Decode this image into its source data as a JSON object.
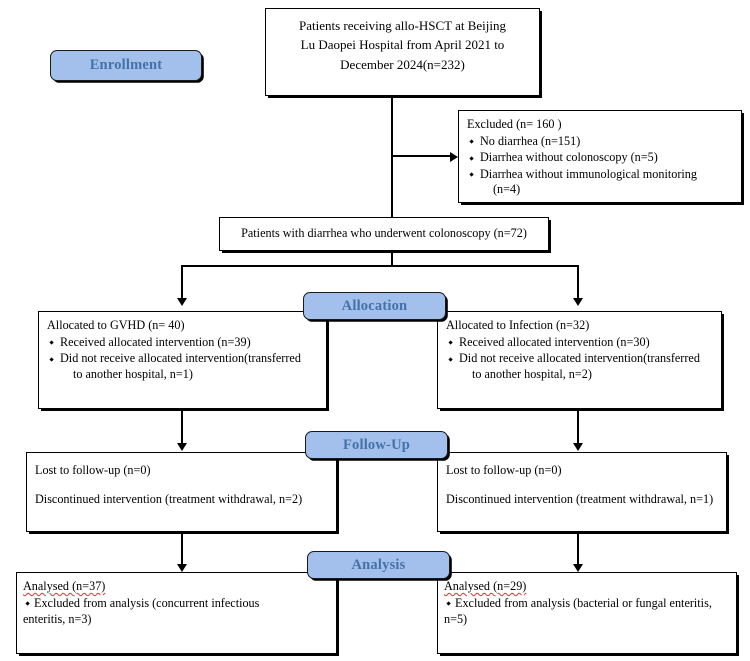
{
  "diagram": {
    "type": "consort-flow-diagram",
    "stage_labels": [
      {
        "id": "enrollment",
        "label": "Enrollment"
      },
      {
        "id": "allocation",
        "label": "Allocation"
      },
      {
        "id": "followup",
        "label": "Follow-Up"
      },
      {
        "id": "analysis",
        "label": "Analysis"
      }
    ],
    "accent_fill": "#a3c0ec",
    "accent_text": "#4472a8",
    "line_color": "#000000"
  },
  "enrollment_box": {
    "line1": "Patients receiving allo-HSCT at Beijing",
    "line2": "Lu Daopei Hospital from April 2021 to",
    "line3": "December 2024(n=232)"
  },
  "excluded_box": {
    "lead": "Excluded  (n= 160 )",
    "items": [
      "No diarrhea (n=151)",
      "Diarrhea without colonoscopy (n=5)",
      "Diarrhea without immunological monitoring"
    ],
    "item3_cont": "(n=4)"
  },
  "eligible_box": {
    "text": "Patients with diarrhea who underwent colonoscopy (n=72)"
  },
  "allocation_left": {
    "lead": "Allocated to GVHD (n= 40)",
    "items": [
      "Received allocated intervention (n=39)",
      "Did not receive allocated intervention(transferred"
    ],
    "item2_cont": "to another hospital, n=1)"
  },
  "allocation_right": {
    "lead": "Allocated to Infection (n=32)",
    "items": [
      "Received allocated intervention (n=30)",
      "Did not receive allocated intervention(transferred"
    ],
    "item2_cont": "to another hospital, n=2)"
  },
  "followup_left": {
    "line1": "Lost to follow-up (n=0)",
    "line2": "Discontinued intervention (treatment withdrawal, n=2)"
  },
  "followup_right": {
    "line1": "Lost to follow-up (n=0)",
    "line2": "Discontinued intervention (treatment withdrawal, n=1)"
  },
  "analysis_left": {
    "lead": "Analysed  (n=37)",
    "item": "Excluded from analysis (concurrent infectious",
    "item_cont": "enteritis, n=3)"
  },
  "analysis_right": {
    "lead": "Analysed  (n=29)",
    "item": "Excluded from analysis (bacterial or fungal enteritis,",
    "item_cont": "n=5)"
  }
}
